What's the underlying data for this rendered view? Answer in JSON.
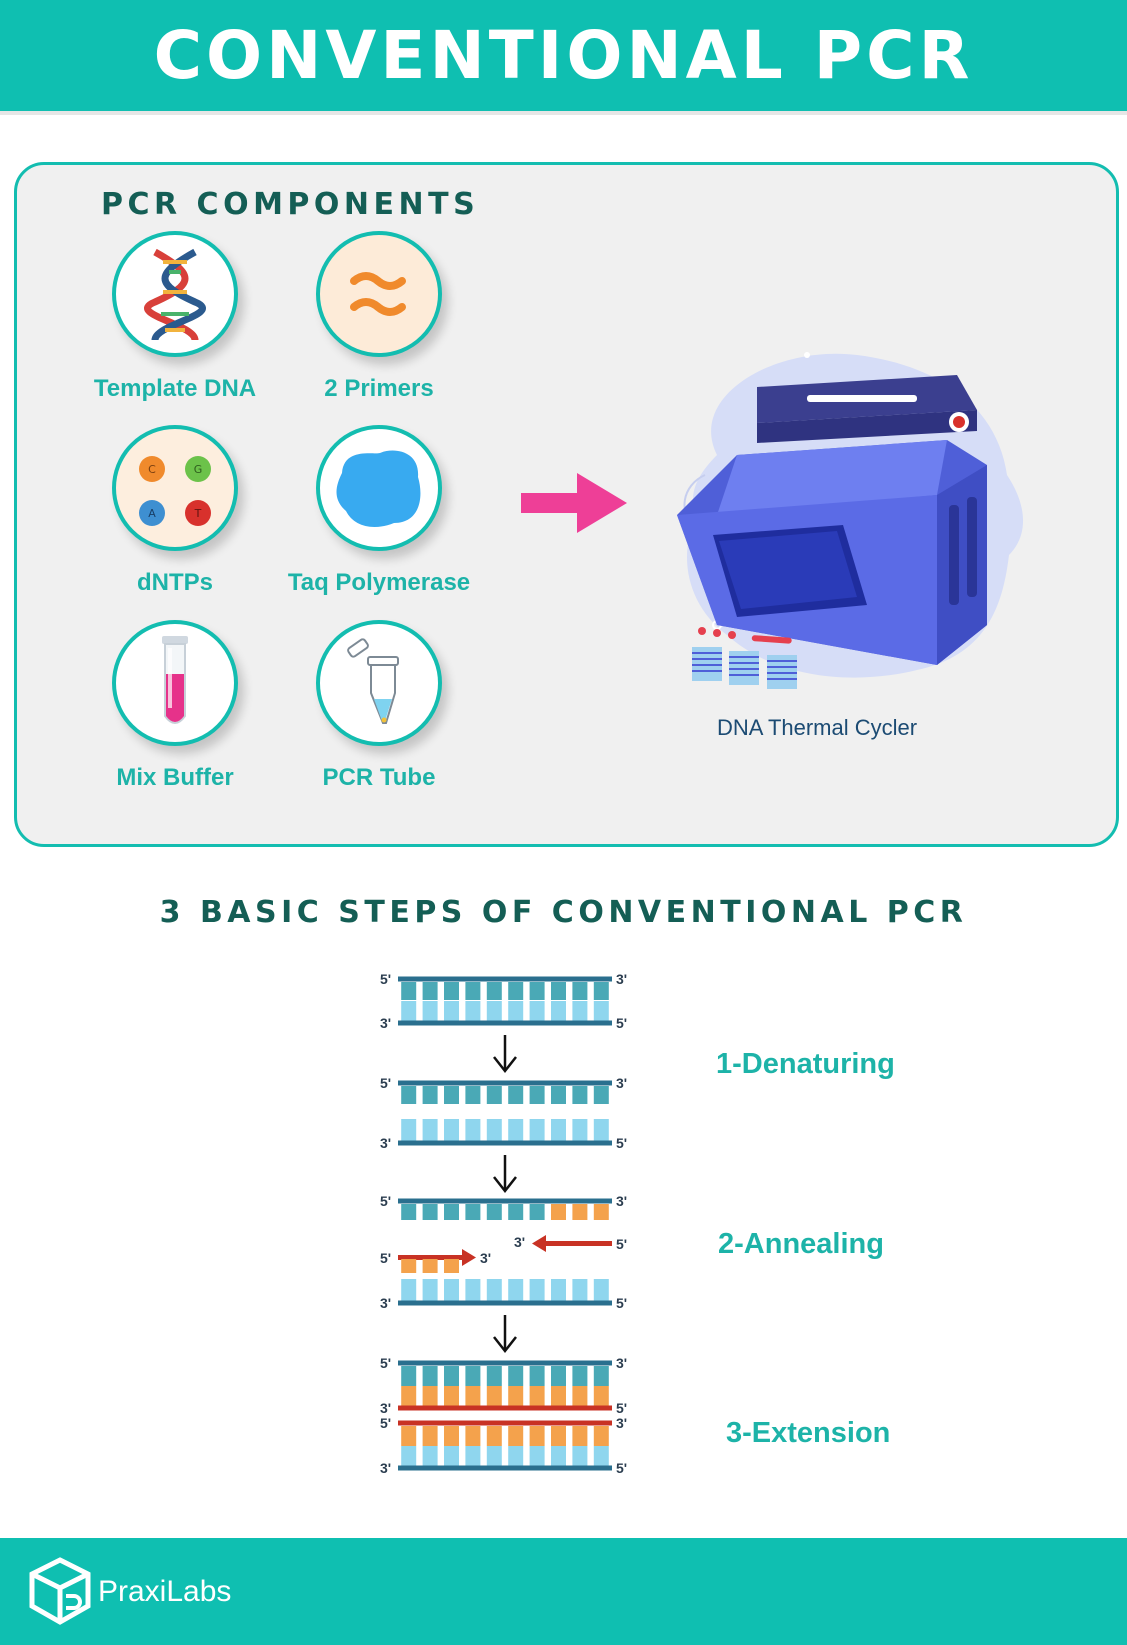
{
  "header": {
    "title": "CONVENTIONAL PCR"
  },
  "components": {
    "title": "PCR COMPONENTS",
    "items": [
      {
        "label": "Template DNA",
        "icon": "dna-helix-icon"
      },
      {
        "label": "2 Primers",
        "icon": "primers-icon"
      },
      {
        "label": "dNTPs",
        "icon": "dntps-icon"
      },
      {
        "label": "Taq Polymerase",
        "icon": "taq-polymerase-icon"
      },
      {
        "label": "Mix Buffer",
        "icon": "test-tube-icon"
      },
      {
        "label": "PCR Tube",
        "icon": "pcr-tube-icon"
      }
    ],
    "dntp_letters": [
      "C",
      "G",
      "A",
      "T"
    ],
    "cycler_label": "DNA Thermal Cycler"
  },
  "steps": {
    "title": "3 BASIC STEPS OF CONVENTIONAL PCR",
    "labels": [
      "1-Denaturing",
      "2-Annealing",
      "3-Extension"
    ],
    "end_5": "5'",
    "end_3": "3'"
  },
  "footer": {
    "brand": "PraxiLabs"
  },
  "colors": {
    "teal": "#0fbfb1",
    "dark_teal": "#145e55",
    "strand_blue": "#2a6f8e",
    "base_light": "#8fd6ee",
    "base_teal": "#4aa9b6",
    "primer_orange": "#f4a24c",
    "primer_red": "#c83224",
    "pink_arrow": "#ee3f97",
    "cycler_blue": "#5566e0"
  }
}
